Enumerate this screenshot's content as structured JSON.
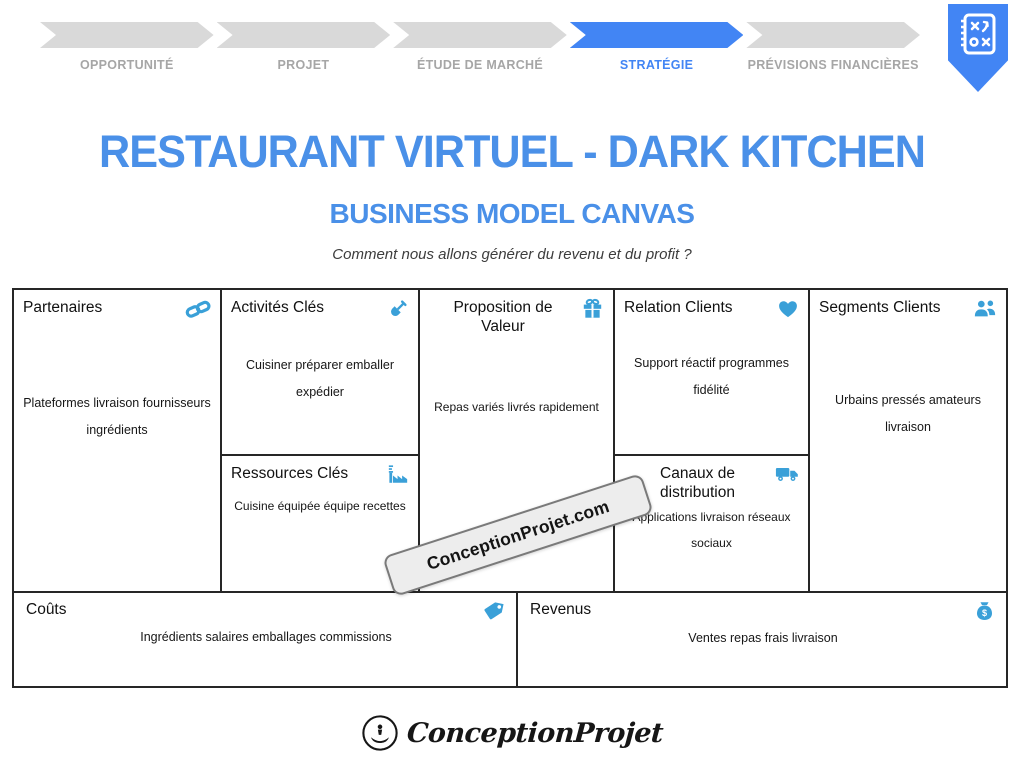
{
  "stepper": {
    "steps": [
      {
        "label": "OPPORTUNITÉ",
        "active": false
      },
      {
        "label": "PROJET",
        "active": false
      },
      {
        "label": "ÉTUDE DE MARCHÉ",
        "active": false
      },
      {
        "label": "STRATÉGIE",
        "active": true
      },
      {
        "label": "PRÉVISIONS FINANCIÈRES",
        "active": false
      }
    ],
    "badge_icon": "tactics-board-icon"
  },
  "header": {
    "title": "RESTAURANT VIRTUEL - DARK KITCHEN",
    "subtitle": "BUSINESS MODEL CANVAS",
    "tagline": "Comment nous allons générer du revenu et du profit ?"
  },
  "canvas": {
    "partenaires": {
      "title": "Partenaires",
      "icon": "chain-link-icon",
      "content": "Plateformes livraison fournisseurs ingrédients"
    },
    "activites": {
      "title": "Activités Clés",
      "icon": "shovel-icon",
      "content": "Cuisiner préparer emballer expédier"
    },
    "ressources": {
      "title": "Ressources Clés",
      "icon": "factory-icon",
      "content": "Cuisine équipée équipe recettes"
    },
    "proposition": {
      "title": "Proposition de Valeur",
      "icon": "gift-icon",
      "content": "Repas variés livrés rapidement"
    },
    "relation": {
      "title": "Relation Clients",
      "icon": "heart-icon",
      "content": "Support réactif programmes fidélité"
    },
    "canaux": {
      "title": "Canaux de distribution",
      "icon": "truck-icon",
      "content": "Applications livraison réseaux sociaux"
    },
    "segments": {
      "title": "Segments Clients",
      "icon": "users-icon",
      "content": "Urbains pressés amateurs livraison"
    },
    "couts": {
      "title": "Coûts",
      "icon": "tag-icon",
      "content": "Ingrédients salaires emballages commissions"
    },
    "revenus": {
      "title": "Revenus",
      "icon": "money-bag-icon",
      "content": "Ventes repas frais livraison"
    }
  },
  "watermark": {
    "text": "ConceptionProjet.com"
  },
  "footer": {
    "brand": "ConceptionProjet",
    "logo_icon": "hand-logo-icon"
  },
  "colors": {
    "accent_blue": "#4285f4",
    "title_blue": "#4a90e8",
    "icon_blue": "#3aa0d8",
    "arrow_gray": "#d9d9d9",
    "step_label_gray": "#a6a6a6",
    "grid_border": "#262626"
  }
}
